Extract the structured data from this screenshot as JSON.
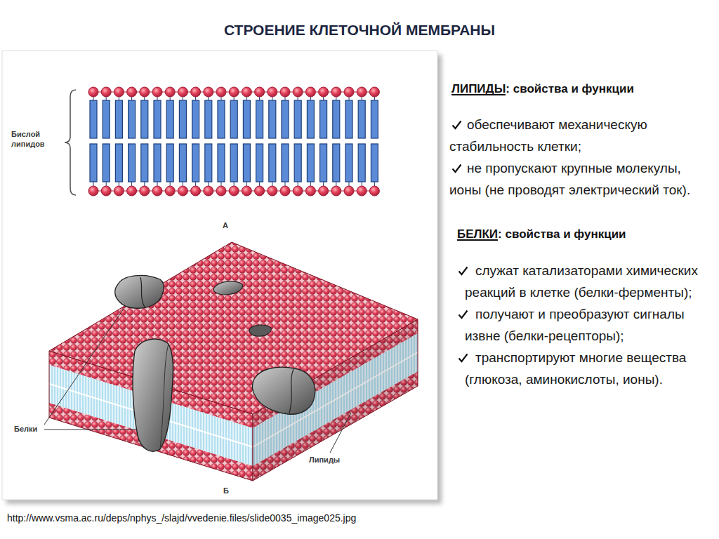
{
  "diagram": {
    "title": "СТРОЕНИЕ КЛЕТОЧНОЙ МЕМБРАНЫ",
    "labels": [
      "Бислой липидов",
      "А",
      "Белки",
      "Липиды",
      "Б",
      "ЛИПИДЫ: свойства и функции",
      "обеспечивают механическую стабильность клетки;",
      "не пропускают крупные молекулы, ионы (не проводят электрический ток).",
      "БЕЛКИ: свойства и функции",
      "служат катализаторами химических реакций в клетке (белки-ферменты);",
      "получают и преобразуют сигналы извне (белки-рецепторы);",
      "транспортируют многие вещества (глюкоза, аминокислоты, ионы).",
      "http://www.vsma.ac.ru/deps/nphys_/slajd/vvedenie.files/slide0035_image025.jpg"
    ]
  }
}
